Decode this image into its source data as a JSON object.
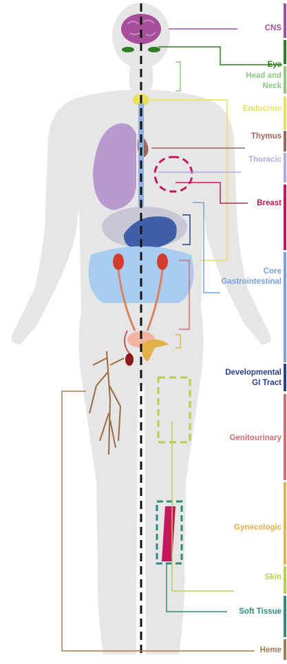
{
  "labels": {
    "cns": "CNS",
    "eye": "Eye",
    "head_neck_1": "Head and",
    "head_neck_2": "Neck",
    "endocrine": "Endocrine",
    "thymus": "Thymus",
    "thoracic": "Thoracic",
    "breast": "Breast",
    "core_gi_1": "Core",
    "core_gi_2": "Gastrointestinal",
    "dev_gi_1": "Developmental",
    "dev_gi_2": "GI Tract",
    "genitourinary": "Genitourinary",
    "gynecologic": "Gynecologic",
    "skin": "Skin",
    "soft_tissue": "Soft Tissue",
    "heme": "Heme"
  },
  "colors": {
    "cns": "#a64d9b",
    "eye": "#2e7d1f",
    "head_neck": "#8fc97f",
    "endocrine": "#e6e05a",
    "thymus": "#a0645a",
    "thoracic": "#b4a8dc",
    "breast": "#c2185b",
    "core_gi": "#7a9fd8",
    "dev_gi": "#2b3f8f",
    "genitourinary": "#d36b72",
    "gynecologic": "#e3b04a",
    "skin": "#b5d24a",
    "soft_tissue": "#2e8b7a",
    "heme": "#a27a55",
    "body": "#e6e6e6"
  }
}
